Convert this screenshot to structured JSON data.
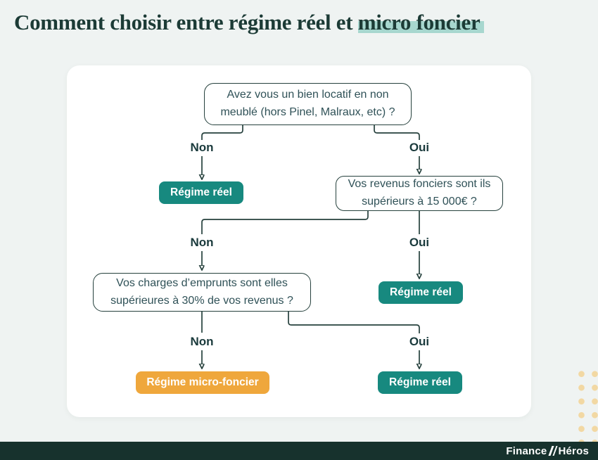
{
  "title": {
    "prefix": "Comment choisir entre régime réel et ",
    "highlight": "micro foncier"
  },
  "flowchart": {
    "questions": [
      {
        "text": "Avez vous un bien locatif en non meublé (hors Pinel, Malraux, etc) ?"
      },
      {
        "text": "Vos revenus fonciers sont ils supérieurs à 15 000€ ?"
      },
      {
        "text": "Vos charges d’emprunts sont elles supérieures à 30% de vos revenus ?"
      }
    ],
    "branch_labels": {
      "non": "Non",
      "oui": "Oui"
    },
    "results": {
      "reel_1": "Régime réel",
      "reel_2": "Régime réel",
      "reel_3": "Régime réel",
      "micro": "Régime micro-foncier"
    }
  },
  "footer": {
    "brand_left": "Finance",
    "brand_right": "Héros"
  },
  "colors": {
    "page_bg": "#eff3f2",
    "card_bg": "#ffffff",
    "title_text": "#1c3b36",
    "title_highlight": "#a7d7cf",
    "question_text": "#2f5157",
    "line": "#26413d",
    "teal_box": "#17897f",
    "orange_box": "#efa73c",
    "box_text": "#ffffff",
    "footer_bg": "#17322d",
    "footer_text": "#ffffff",
    "dots": "#f2d8a3",
    "label_text": "#1a3a3c"
  }
}
